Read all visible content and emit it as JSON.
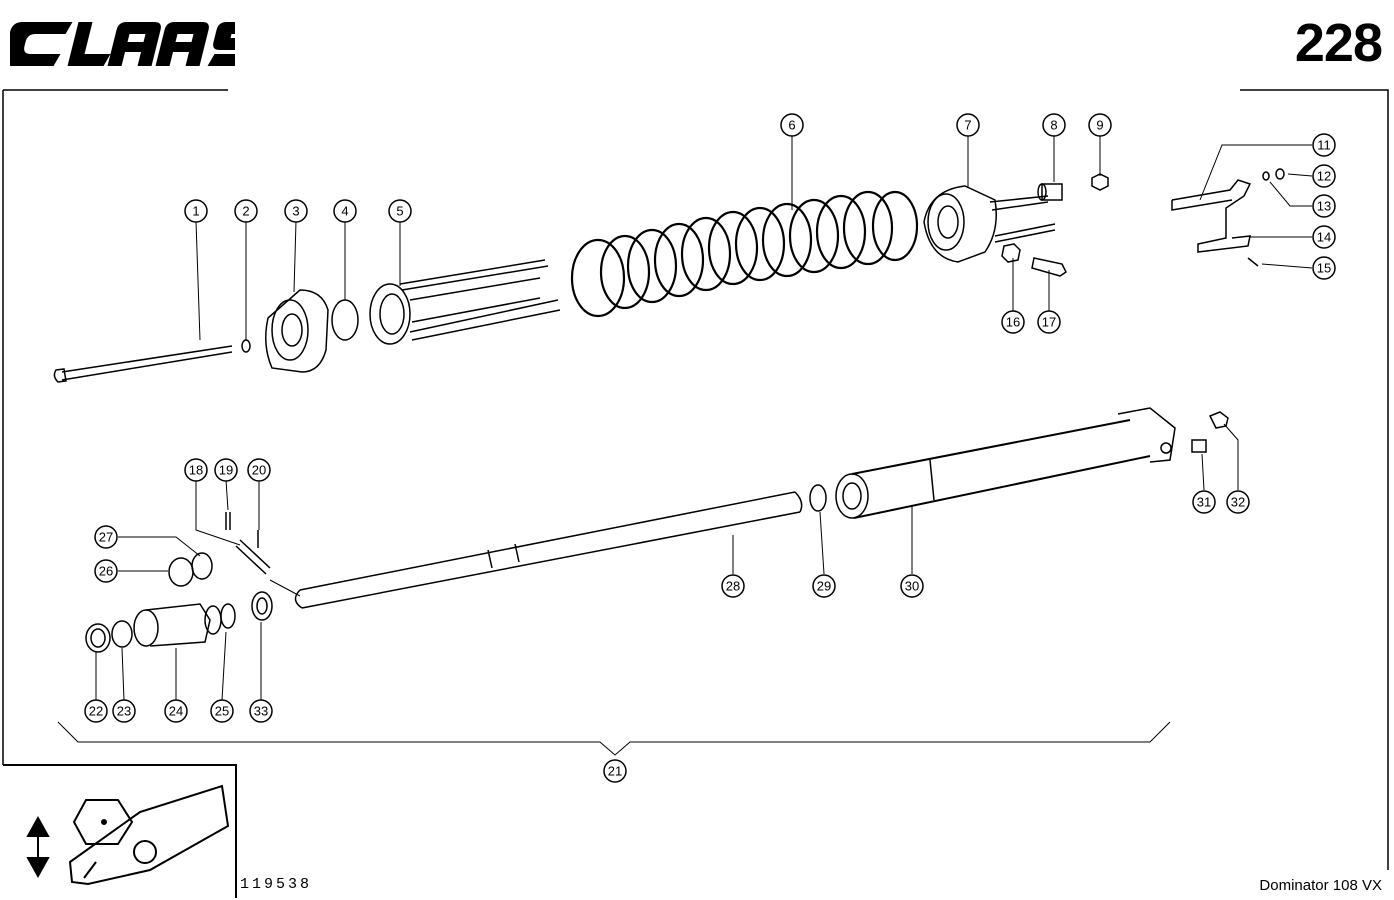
{
  "header": {
    "brand": "CLAAS",
    "page_number": "228"
  },
  "footer": {
    "drawing_number": "119538",
    "model": "Dominator 108 VX"
  },
  "callouts": [
    "1",
    "2",
    "3",
    "4",
    "5",
    "6",
    "7",
    "8",
    "9",
    "11",
    "12",
    "13",
    "14",
    "15",
    "16",
    "17",
    "18",
    "19",
    "20",
    "21",
    "22",
    "23",
    "24",
    "25",
    "26",
    "27",
    "28",
    "29",
    "30",
    "31",
    "32",
    "33"
  ],
  "inset": {
    "icons": [
      "double-arrow-vertical-icon",
      "hex-nut-icon",
      "lever-arm-icon"
    ]
  }
}
